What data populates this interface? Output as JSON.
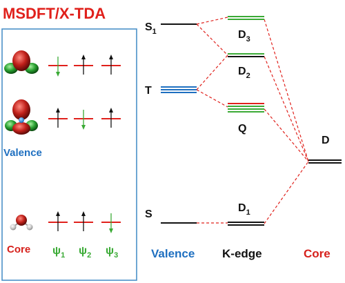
{
  "title": "MSDFT/X-TDA",
  "left_panel": {
    "valence_label": "Valence",
    "core_label": "Core",
    "psi": [
      {
        "base": "ψ",
        "sub": "1"
      },
      {
        "base": "ψ",
        "sub": "2"
      },
      {
        "base": "ψ",
        "sub": "3"
      }
    ],
    "rows": [
      {
        "name": "valence-top",
        "spins": [
          "down",
          "up",
          "up"
        ]
      },
      {
        "name": "valence-mid",
        "spins": [
          "up",
          "down",
          "up"
        ]
      },
      {
        "name": "core",
        "spins": [
          "up",
          "up",
          "down"
        ]
      }
    ]
  },
  "levels": {
    "S1": {
      "base": "S",
      "sub": "1"
    },
    "T": {
      "base": "T"
    },
    "S": {
      "base": "S"
    },
    "D3": {
      "base": "D",
      "sub": "3"
    },
    "D2": {
      "base": "D",
      "sub": "2"
    },
    "Q": {
      "base": "Q"
    },
    "D1": {
      "base": "D",
      "sub": "1"
    },
    "D": {
      "base": "D"
    }
  },
  "columns": {
    "valence": "Valence",
    "kedge": "K-edge",
    "core": "Core"
  },
  "colors": {
    "title": "#e0201b",
    "panel_border": "#4a90c8",
    "valence_text": "#1e6fc0",
    "core_text": "#d6201b",
    "psi_text": "#3aaa35",
    "orbital_line": "#e0201b",
    "up_arrow": "#111111",
    "down_arrow": "#3aaa35",
    "level_black": "#111111",
    "level_blue": "#1e6fc0",
    "level_red": "#e0201b",
    "level_green": "#3aaa35",
    "connector": "#e0201b"
  }
}
